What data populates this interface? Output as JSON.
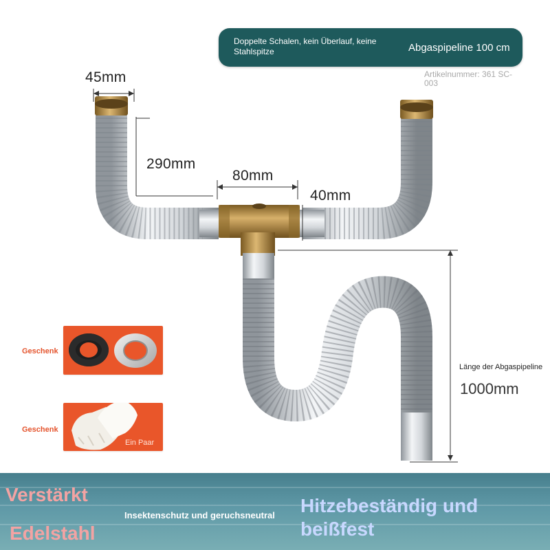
{
  "banner": {
    "left_text": "Doppelte Schalen, kein Überlauf, keine Stahlspitze",
    "right_text": "Abgaspipeline 100 cm"
  },
  "article_number": "Artikelnummer: 361 SC-003",
  "dimensions": {
    "d1": "45mm",
    "d2": "290mm",
    "d3": "80mm",
    "d4": "40mm",
    "length_label": "Länge der Abgaspipeline",
    "length_value": "1000mm"
  },
  "gifts": [
    {
      "label": "Geschenk",
      "item": "rubber-ring-and-steel-washer"
    },
    {
      "label": "Geschenk",
      "item": "gloves",
      "note": "Ein Paar"
    }
  ],
  "bottom": {
    "left_line1": "Verstärkt",
    "left_line2": "Edelstahl",
    "middle": "Insektenschutz und geruchsneutral",
    "right": "Hitzebeständig und beißfest"
  },
  "colors": {
    "banner_bg": "#1e5a5c",
    "gift_bg": "#e9562a",
    "brass": "#b48a44",
    "chrome": "#c9ced3"
  }
}
